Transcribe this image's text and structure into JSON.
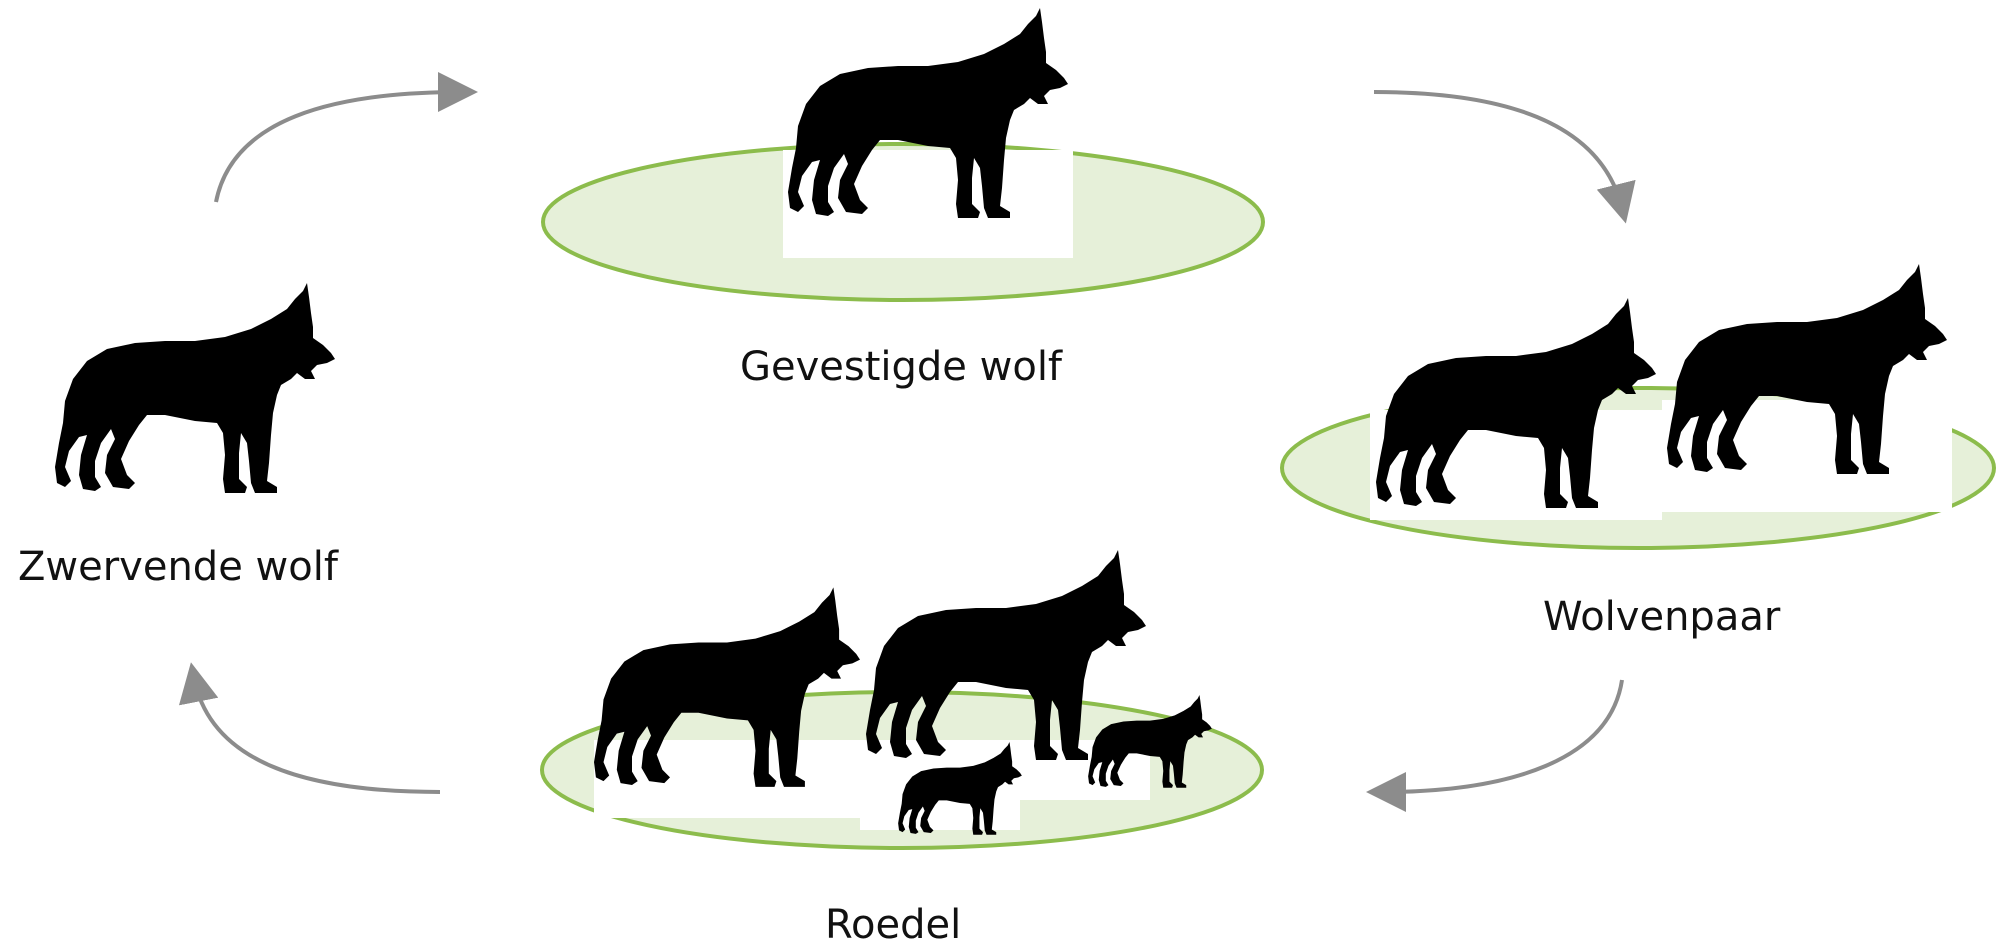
{
  "diagram": {
    "stages": [
      {
        "id": "zwervende",
        "label": "Zwervende wolf"
      },
      {
        "id": "gevestigde",
        "label": "Gevestigde wolf"
      },
      {
        "id": "paar",
        "label": "Wolvenpaar"
      },
      {
        "id": "roedel",
        "label": "Roedel"
      }
    ],
    "colors": {
      "territory_fill": "#e6f0d9",
      "territory_stroke": "#8cbc4c",
      "arrow": "#8c8c8c",
      "wolf": "#000000"
    },
    "icons": [
      "wolf-silhouette-icon",
      "cycle-arrow-icon",
      "territory-ellipse"
    ]
  }
}
